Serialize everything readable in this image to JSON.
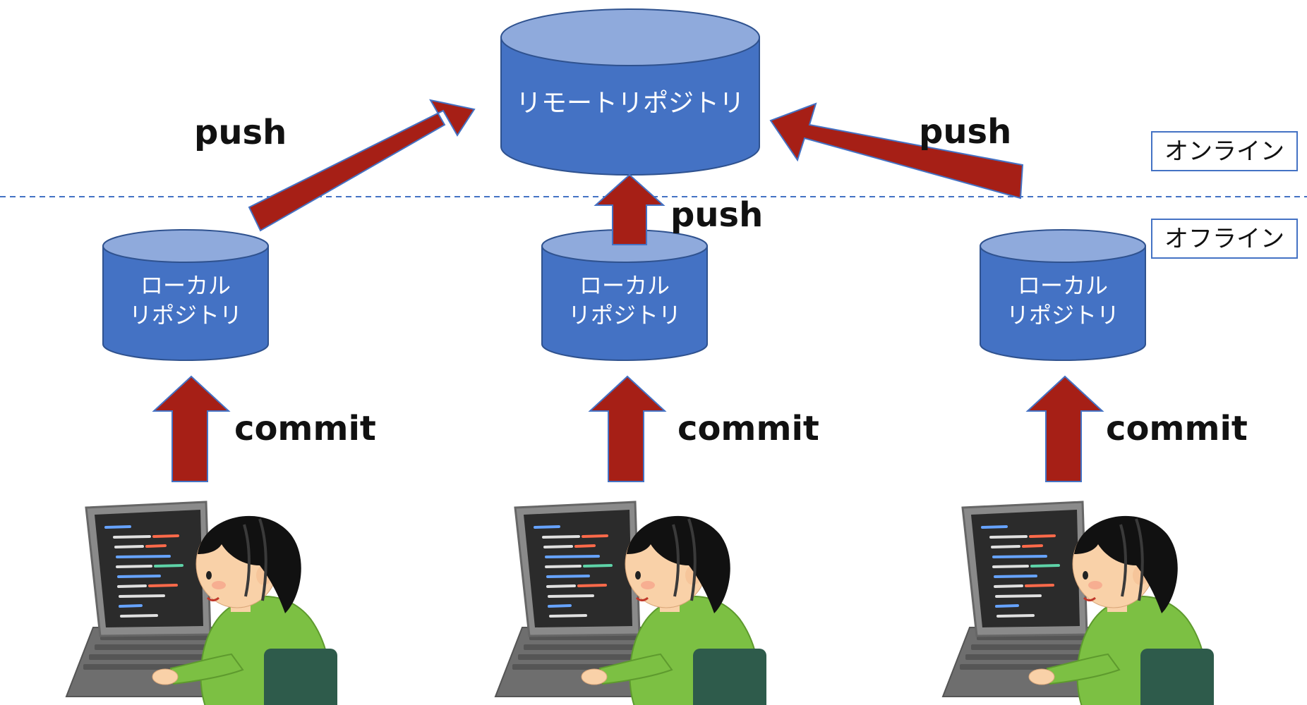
{
  "remote_repository": {
    "label": "リモートリポジトリ"
  },
  "local_repositories": [
    {
      "line1": "ローカル",
      "line2": "リポジトリ"
    },
    {
      "line1": "ローカル",
      "line2": "リポジトリ"
    },
    {
      "line1": "ローカル",
      "line2": "リポジトリ"
    }
  ],
  "actions": {
    "push_left": "push",
    "push_center": "push",
    "push_right": "push",
    "commit_left": "commit",
    "commit_center": "commit",
    "commit_right": "commit"
  },
  "zones": {
    "online": "オンライン",
    "offline": "オフライン"
  },
  "colors": {
    "cylinder_body": "#4472C4",
    "cylinder_top": "#8FAADC",
    "cylinder_stroke": "#2F528F",
    "arrow_fill": "#A61F16",
    "arrow_stroke": "#4472C4",
    "divider": "#4472C4",
    "shirt": "#7CC043",
    "hair": "#111111",
    "skin": "#F9D1A8",
    "chair": "#2E5B4B",
    "laptop_body": "#7D7D7D",
    "screen": "#2B2B2B"
  },
  "icons": {
    "developer": "programmer-at-laptop-icon"
  }
}
